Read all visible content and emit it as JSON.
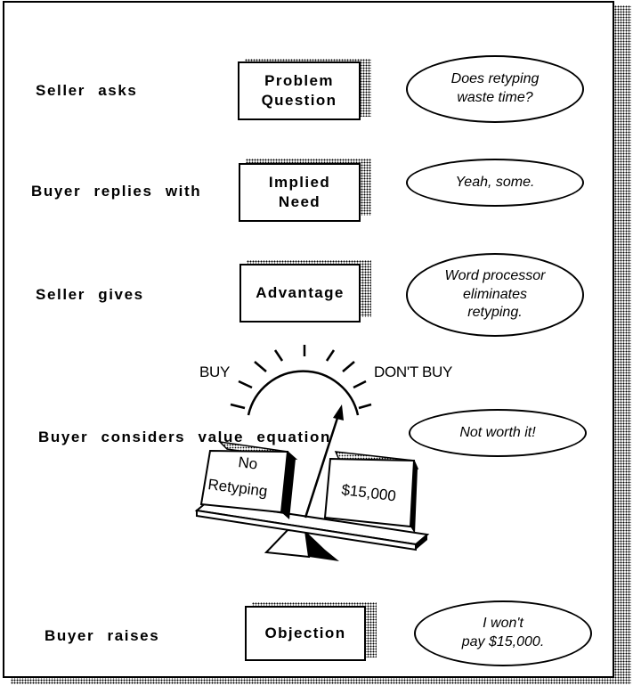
{
  "rows": [
    {
      "actor": "Seller asks",
      "concept": "Problem\nQuestion",
      "example": "Does retyping\nwaste time?"
    },
    {
      "actor": "Buyer replies with",
      "concept": "Implied\nNeed",
      "example": "Yeah, some."
    },
    {
      "actor": "Seller gives",
      "concept": "Advantage",
      "example": "Word processor\neliminates\nretyping."
    },
    {
      "actor": "Buyer considers\nvalue equation",
      "example": "Not worth it!"
    },
    {
      "actor": "Buyer raises",
      "concept": "Objection",
      "example": "I won't\npay $15,000."
    }
  ],
  "scale": {
    "buy_label": "BUY",
    "dont_buy_label": "DON'T BUY",
    "left_card": {
      "line1": "No",
      "line2": "Retyping"
    },
    "right_card": "$15,000"
  }
}
